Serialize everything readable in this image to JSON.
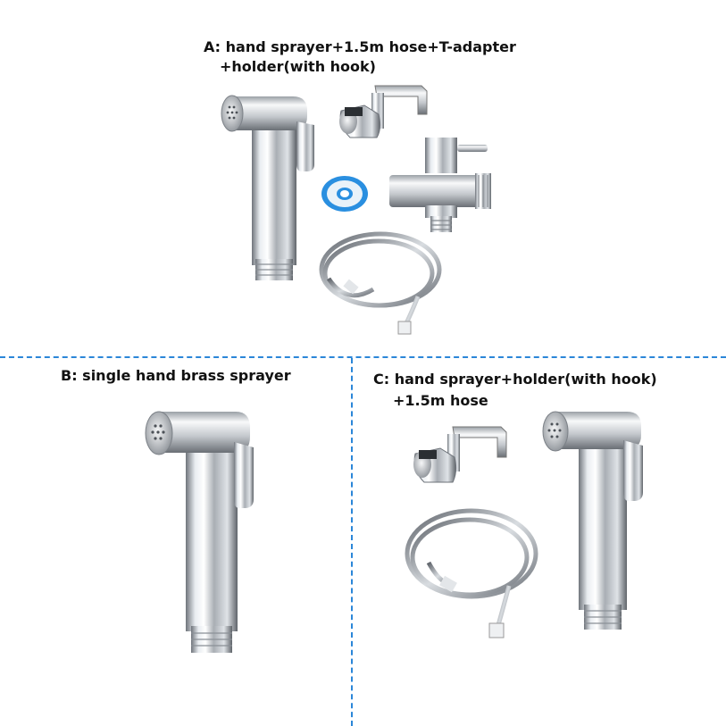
{
  "sections": {
    "a": {
      "line1": "A: hand sprayer+1.5m hose+T-adapter",
      "line2": "+holder(with hook)"
    },
    "b": {
      "line1": "B: single hand brass sprayer"
    },
    "c": {
      "line1": "C: hand sprayer+holder(with hook)",
      "line2": "+1.5m hose"
    }
  },
  "colors": {
    "divider": "#2b86d8",
    "chrome_dark": "#7a7f86",
    "chrome_light": "#f4f6f8",
    "tape": "#2a8fe0"
  }
}
